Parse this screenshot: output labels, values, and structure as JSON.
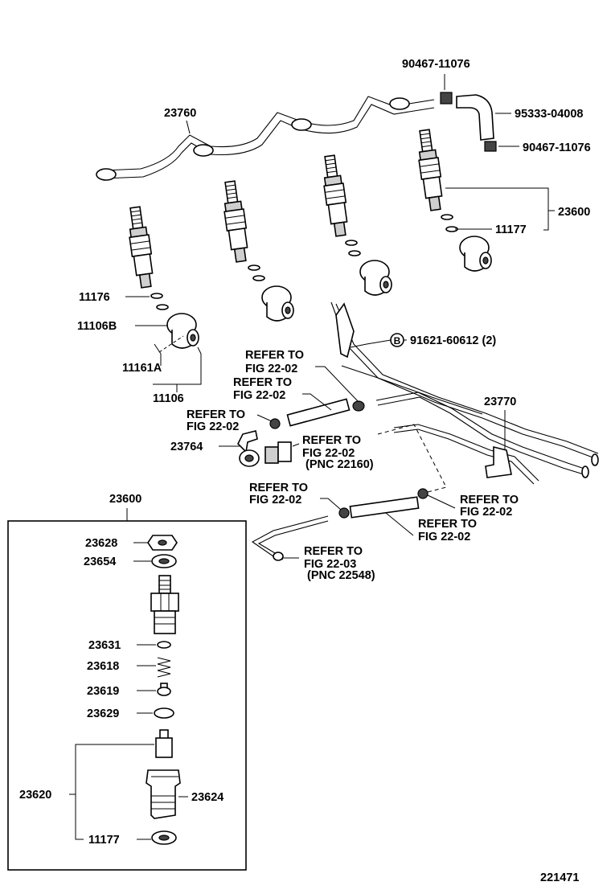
{
  "figure_number": "221471",
  "parts": {
    "p90467_top": "90467-11076",
    "p95333": "95333-04008",
    "p90467_bottom": "90467-11076",
    "p23760": "23760",
    "p23600": "23600",
    "p11177": "11177",
    "p11176": "11176",
    "p11106B": "11106B",
    "p11161A": "11161A",
    "p11106": "11106",
    "p91621": "91621-60612 (2)",
    "p23770": "23770",
    "p23764": "23764"
  },
  "refs": {
    "r1a": "REFER TO",
    "r1b": "FIG 22-02",
    "r2a": "REFER TO",
    "r2b": "FIG 22-02",
    "r3a": "REFER TO",
    "r3b": "FIG 22-02",
    "r4a": "REFER TO",
    "r4b": "FIG 22-02",
    "r4c": "(PNC 22160)",
    "r5a": "REFER TO",
    "r5b": "FIG 22-02",
    "r6a": "REFER TO",
    "r6b": "FIG 22-02",
    "r7a": "REFER TO",
    "r7b": "FIG 22-02",
    "r8a": "REFER TO",
    "r8b": "FIG 22-03",
    "r8c": "(PNC 22548)"
  },
  "bolt_marker": "B",
  "inset": {
    "title": "23600",
    "items": {
      "i23628": "23628",
      "i23654": "23654",
      "i23631": "23631",
      "i23618": "23618",
      "i23619": "23619",
      "i23629": "23629",
      "i23620": "23620",
      "i23624": "23624",
      "i11177": "11177"
    }
  }
}
